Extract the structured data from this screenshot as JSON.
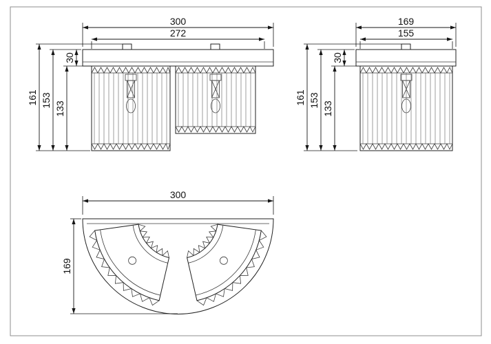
{
  "front_view": {
    "overall_width": "300",
    "mount_width": "272",
    "overall_height": "161",
    "body_height": "153",
    "shade_height": "133",
    "canopy_height": "30"
  },
  "side_view": {
    "overall_depth": "169",
    "shade_depth": "155",
    "overall_height": "161",
    "body_height": "153",
    "shade_height": "133",
    "canopy_height": "30"
  },
  "plan_view": {
    "overall_width": "300",
    "overall_depth": "169"
  }
}
